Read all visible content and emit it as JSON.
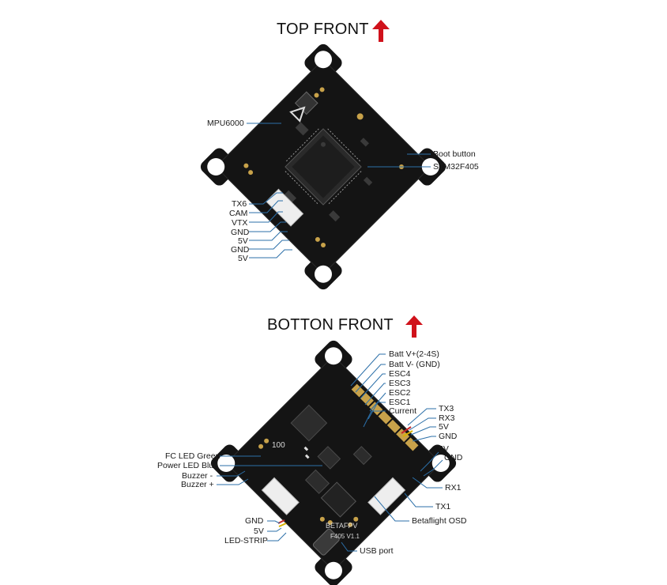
{
  "top_view": {
    "title": "TOP FRONT",
    "arrow_color": "#d0121b",
    "labels_left": {
      "mpu": "MPU6000",
      "tx6": "TX6",
      "cam": "CAM",
      "vtx": "VTX",
      "gnd1": "GND",
      "v5_1": "5V",
      "gnd2": "GND",
      "v5_2": "5V"
    },
    "labels_right": {
      "boot": "Boot button",
      "mcu": "STM32F405"
    }
  },
  "bottom_view": {
    "title": "BOTTON FRONT",
    "arrow_color": "#d0121b",
    "labels_top": {
      "batt_pos": "Batt V+(2-4S)",
      "batt_neg": "Batt V- (GND)",
      "esc4": "ESC4",
      "esc3": "ESC3",
      "esc2": "ESC2",
      "esc1": "ESC1",
      "current": "Current"
    },
    "labels_right": {
      "tx3": "TX3",
      "rx3": "RX3",
      "v5_a": "5V",
      "gnd_a": "GND",
      "v5_b": "5V",
      "gnd_b": "GND",
      "rx1": "RX1",
      "tx1": "TX1",
      "osd": "Betaflight OSD",
      "usb": "USB port"
    },
    "labels_left": {
      "fc_led": "FC LED Green",
      "pwr_led": "Power LED Blue",
      "buzz_neg": "Buzzer -",
      "buzz_pos": "Buzzer +",
      "gnd": "GND",
      "v5": "5V",
      "led_strip": "LED-STRIP"
    },
    "board_silkscreen": {
      "brand": "BETAFPV",
      "model": "F405 V1.1",
      "inductor": "100"
    }
  },
  "colors": {
    "pcb": "#141414",
    "pcb_edge": "#2a2a2a",
    "pad_gold": "#c8a24a",
    "connector_white": "#eeeeee",
    "leader_line": "#2b6fa8",
    "wire_red": "#c62828",
    "wire_yellow": "#d8b200"
  }
}
